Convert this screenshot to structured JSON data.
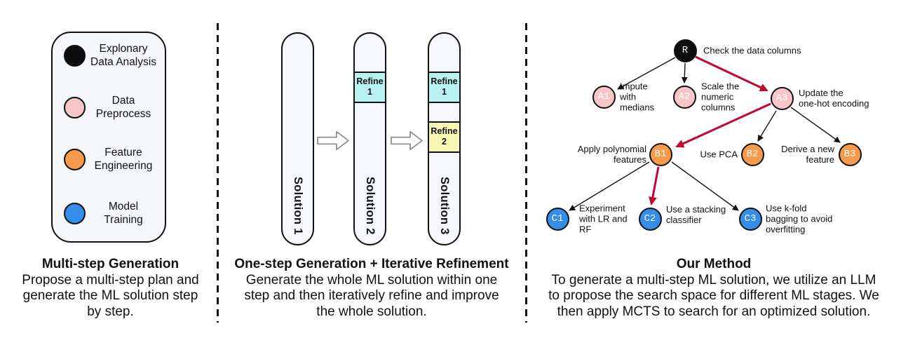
{
  "figure": {
    "left": {
      "caption": {
        "title": "Multi-step Generation",
        "body": "Propose a multi-step plan and\ngenerate the ML solution step\nby step."
      },
      "steps": [
        {
          "label": "Explonary\nData Analysis",
          "color": "#0d0d0d"
        },
        {
          "label": "Data\nPreprocess",
          "color": "#f8c6c8"
        },
        {
          "label": "Feature\nEngineering",
          "color": "#f89a4b"
        },
        {
          "label": "Model\nTraining",
          "color": "#338de9"
        }
      ]
    },
    "middle": {
      "caption": {
        "title": "One-step Generation + Iterative Refinement",
        "body": "Generate the whole ML solution within one\nstep and then iteratively refine and improve\nthe whole solution."
      },
      "solutions": [
        {
          "label": "Solution 1"
        },
        {
          "label": "Solution 2",
          "refine1": "Refine\n1"
        },
        {
          "label": "Solution 3",
          "refine1": "Refine\n1",
          "refine2": "Refine\n2"
        }
      ],
      "refine_colors": {
        "refine1": "#b8f2f0",
        "refine2": "#f8f6b4"
      }
    },
    "right": {
      "caption": {
        "title": "Our Method",
        "body": "To generate a multi-step ML solution, we utilize an LLM\nto propose the search space for different ML stages. We\nthen apply MCTS to search for an optimized solution."
      },
      "nodes": [
        {
          "id": "R",
          "desc": "Check the data columns",
          "color": "#0d0d0d"
        },
        {
          "id": "A1",
          "desc": "Impute\nwith\nmedians",
          "color": "#f8c6c8"
        },
        {
          "id": "A2",
          "desc": "Scale the\nnumeric\ncolumns",
          "color": "#f8c6c8"
        },
        {
          "id": "A3",
          "desc": "Update the\none-hot encoding",
          "color": "#f8c6c8"
        },
        {
          "id": "B1",
          "desc": "Apply polynomial\nfeatures",
          "color": "#f89a4b"
        },
        {
          "id": "B2",
          "desc": "Use PCA",
          "color": "#f89a4b"
        },
        {
          "id": "B3",
          "desc": "Derive a new\nfeature",
          "color": "#f89a4b"
        },
        {
          "id": "C1",
          "desc": "Experiment\nwith LR and\nRF",
          "color": "#338de9"
        },
        {
          "id": "C2",
          "desc": "Use a stacking\nclassifier",
          "color": "#338de9"
        },
        {
          "id": "C3",
          "desc": "Use k-fold\nbagging to avoid\noverfitting",
          "color": "#338de9"
        }
      ],
      "highlight_path": "R → A3 → B1 → C2",
      "edge_colors": {
        "default": "#111111",
        "highlight": "#c1082f"
      }
    }
  }
}
